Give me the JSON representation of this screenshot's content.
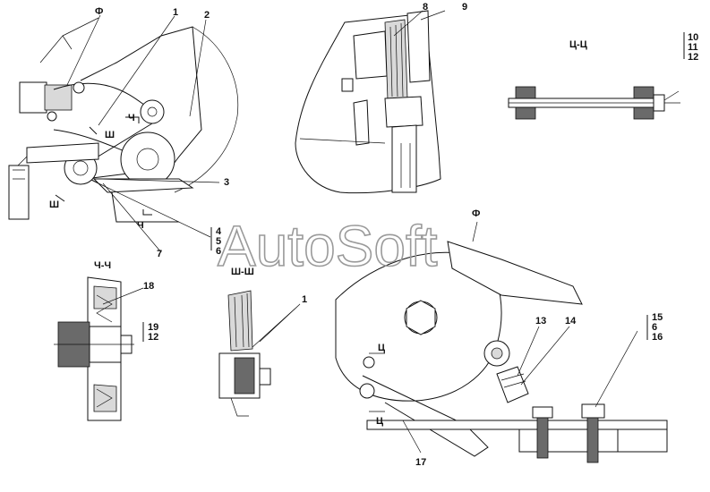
{
  "watermark": "AutoSoft",
  "callouts": {
    "c1": "1",
    "c2": "2",
    "c3": "3",
    "c4": "4",
    "c5": "5",
    "c6": "6",
    "c7": "7",
    "c8": "8",
    "c9": "9",
    "c10": "10",
    "c11": "11",
    "c12": "12",
    "c13": "13",
    "c14": "14",
    "c15": "15",
    "c16": "16",
    "c17": "17",
    "c18": "18",
    "c19": "19",
    "c1b": "1",
    "c12b": "12",
    "c6b": "6"
  },
  "sections": {
    "ts_ts": "Ц-Ц",
    "ch_ch": "Ч-Ч",
    "sh_sh": "Ш-Ш"
  },
  "markers": {
    "phi_top": "Ф",
    "phi_bottom": "Ф",
    "ch_a": "Ч",
    "ch_b": "Ч",
    "sh_a": "Ш",
    "sh_b": "Ш",
    "ts_a": "Ц",
    "ts_b": "Ц"
  }
}
